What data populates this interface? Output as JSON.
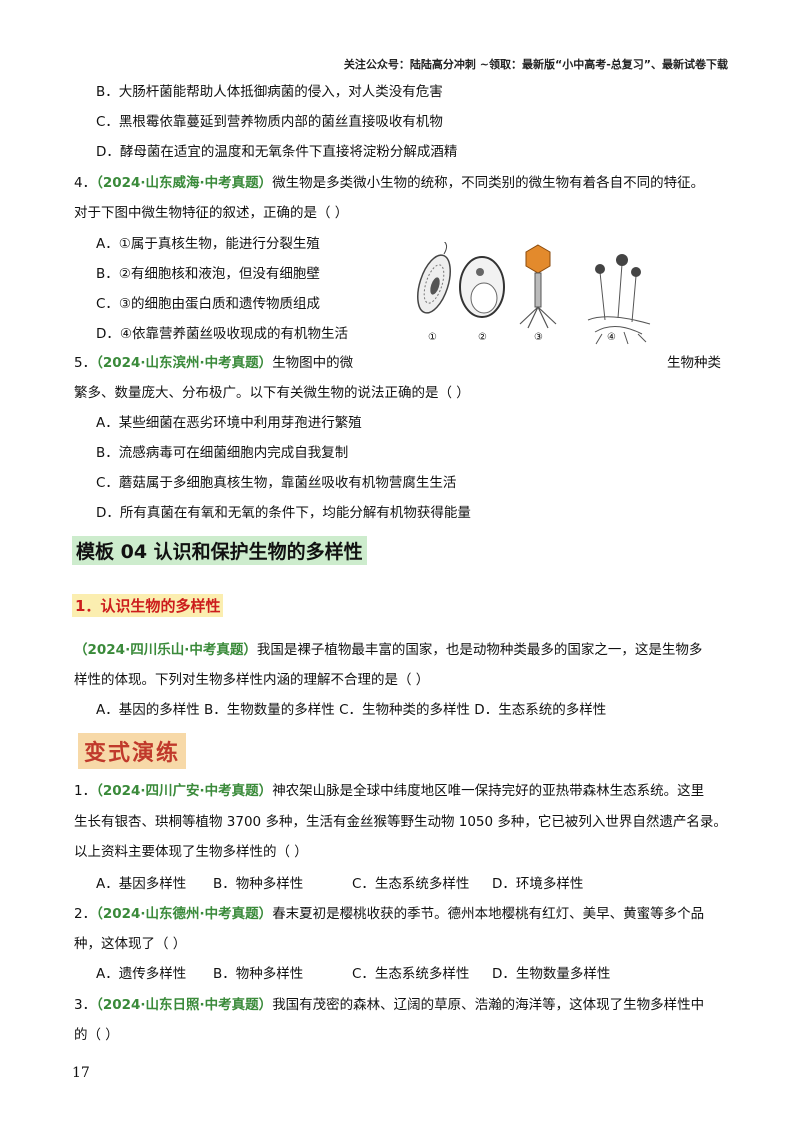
{
  "header": "关注公众号：陆陆高分冲刺 ~领取：最新版“小中高考-总复习”、最新试卷下载",
  "q3_options": [
    "B．大肠杆菌能帮助人体抵御病菌的侵入，对人类没有危害",
    "C．黑根霉依靠蔓延到营养物质内部的菌丝直接吸收有机物",
    "D．酵母菌在适宜的温度和无氧条件下直接将淀粉分解成酒精"
  ],
  "q4": {
    "num": "4．",
    "source": "（2024·山东威海·中考真题）",
    "text1": "微生物是多类微小生物的统称，不同类别的微生物有着各自不同的特征。",
    "text2": "对于下图中微生物特征的叙述，正确的是（    ）",
    "options": [
      "A．①属于真核生物，能进行分裂生殖",
      "B．②有细胞核和液泡，但没有细胞壁",
      "C．③的细胞由蛋白质和遗传物质组成",
      "D．④依靠营养菌丝吸收现成的有机物生活"
    ],
    "figure_labels": [
      "①",
      "②",
      "③",
      "④"
    ]
  },
  "q5": {
    "num": "5．",
    "source": "（2024·山东滨州·中考真题）",
    "text1a": "生物图中的微",
    "text1b": "生物种类",
    "text2": "繁多、数量庞大、分布极广。以下有关微生物的说法正确的是（      ）",
    "options": [
      "A．某些细菌在恶劣环境中利用芽孢进行繁殖",
      "B．流感病毒可在细菌细胞内完成自我复制",
      "C．蘑菇属于多细胞真核生物，靠菌丝吸收有机物营腐生生活",
      "D．所有真菌在有氧和无氧的条件下，均能分解有机物获得能量"
    ]
  },
  "section_title": "模板 04 认识和保护生物的多样性",
  "sub_title": "1．认识生物的多样性",
  "example": {
    "source": "（2024·四川乐山·中考真题）",
    "text1": "我国是裸子植物最丰富的国家，也是动物种类最多的国家之一，这是生物多",
    "text2": "样性的体现。下列对生物多样性内涵的理解不合理的是（      ）",
    "options": "A．基因的多样性   B．生物数量的多样性 C．生物种类的多样性 D．生态系统的多样性"
  },
  "bianshi": "变式演练",
  "v1": {
    "num": "1．",
    "source": "（2024·四川广安·中考真题）",
    "text1": "神农架山脉是全球中纬度地区唯一保持完好的亚热带森林生态系统。这里",
    "text2": "生长有银杏、珙桐等植物 3700 多种，生活有金丝猴等野生动物 1050 多种，它已被列入世界自然遗产名录。",
    "text3": "以上资料主要体现了生物多样性的（    ）",
    "options": [
      "A．基因多样性",
      "B．物种多样性",
      "C．生态系统多样性",
      "D．环境多样性"
    ]
  },
  "v2": {
    "num": "2．",
    "source": "（2024·山东德州·中考真题）",
    "text1": "春末夏初是樱桃收获的季节。德州本地樱桃有红灯、美早、黄蜜等多个品",
    "text2": "种，这体现了（      ）",
    "options": [
      "A．遗传多样性",
      "B．物种多样性",
      "C．生态系统多样性",
      "D．生物数量多样性"
    ]
  },
  "v3": {
    "num": "3．",
    "source": "（2024·山东日照·中考真题）",
    "text1": "我国有茂密的森林、辽阔的草原、浩瀚的海洋等，这体现了生物多样性中",
    "text2": "的（    ）"
  },
  "page_number": "17"
}
